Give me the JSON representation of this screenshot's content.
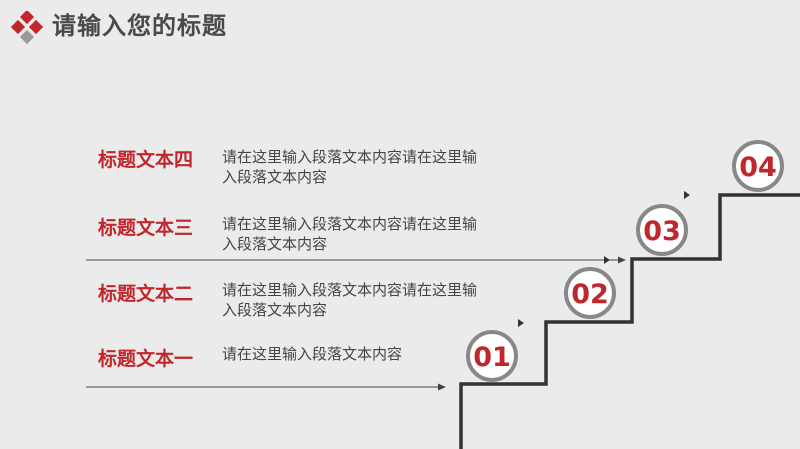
{
  "header": {
    "title": "请输入您的标题",
    "accent_color": "#c0272d"
  },
  "rows": [
    {
      "title": "标题文本四",
      "text": "请在这里输入段落文本内容请在这里输入段落文本内容"
    },
    {
      "title": "标题文本三",
      "text": "请在这里输入段落文本内容请在这里输入段落文本内容"
    },
    {
      "title": "标题文本二",
      "text": "请在这里输入段落文本内容请在这里输入段落文本内容"
    },
    {
      "title": "标题文本一",
      "text": "请在这里输入段落文本内容"
    }
  ],
  "steps": [
    "01",
    "02",
    "03",
    "04"
  ],
  "colors": {
    "background": "#ebebeb",
    "title_text": "#4a4a4a",
    "body_text": "#444444",
    "stair_line": "#333333",
    "circle_ring": "#888888"
  }
}
